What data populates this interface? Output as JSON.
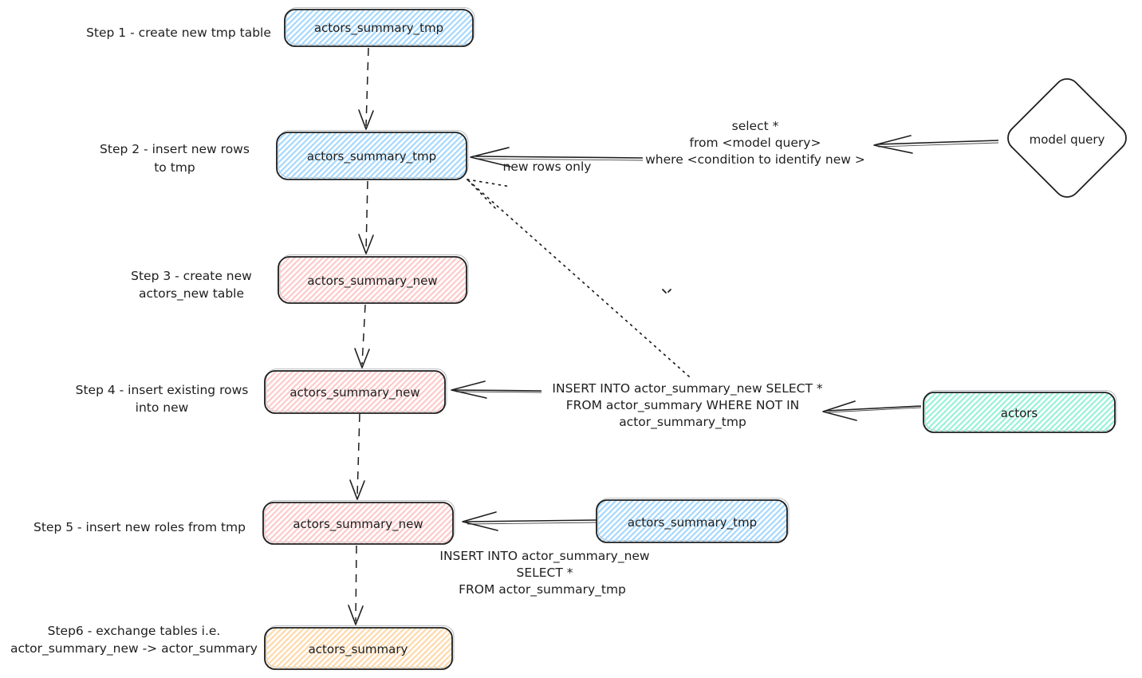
{
  "diagram": {
    "colors": {
      "stroke": "#1e1e1e",
      "blue": "#a5d8ff",
      "pink": "#ffc9c9",
      "green": "#96f2d7",
      "yellow": "#ffd8a8",
      "background": "#ffffff"
    },
    "steps": [
      {
        "lines": [
          "Step 1 - create new tmp table",
          ""
        ]
      },
      {
        "lines": [
          "Step 2 - insert new rows",
          "to tmp"
        ]
      },
      {
        "lines": [
          "Step 3 - create new",
          "actors_new table"
        ]
      },
      {
        "lines": [
          "Step 4 - insert existing rows",
          "into new"
        ]
      },
      {
        "lines": [
          "Step 5 - insert new roles from tmp",
          ""
        ]
      },
      {
        "lines": [
          "Step6 - exchange tables i.e.",
          "actor_summary_new -> actor_summary"
        ]
      }
    ],
    "nodes": {
      "step1_box": "actors_summary_tmp",
      "step2_box": "actors_summary_tmp",
      "step3_box": "actors_summary_new",
      "step4_box": "actors_summary_new",
      "step5_box": "actors_summary_new",
      "step6_box": "actors_summary",
      "tmp_source_box": "actors_summary_tmp",
      "actors_box": "actors",
      "model_query_diamond": "model query"
    },
    "annotations": {
      "model_select": [
        "select *",
        "from <model query>",
        "where <condition to identify new >"
      ],
      "new_rows_only": "new rows only",
      "insert_step4": [
        "INSERT INTO actor_summary_new SELECT *",
        "FROM actor_summary WHERE NOT IN",
        "actor_summary_tmp"
      ],
      "insert_step5": [
        "INSERT INTO actor_summary_new",
        "SELECT *",
        "FROM actor_summary_tmp"
      ]
    }
  }
}
